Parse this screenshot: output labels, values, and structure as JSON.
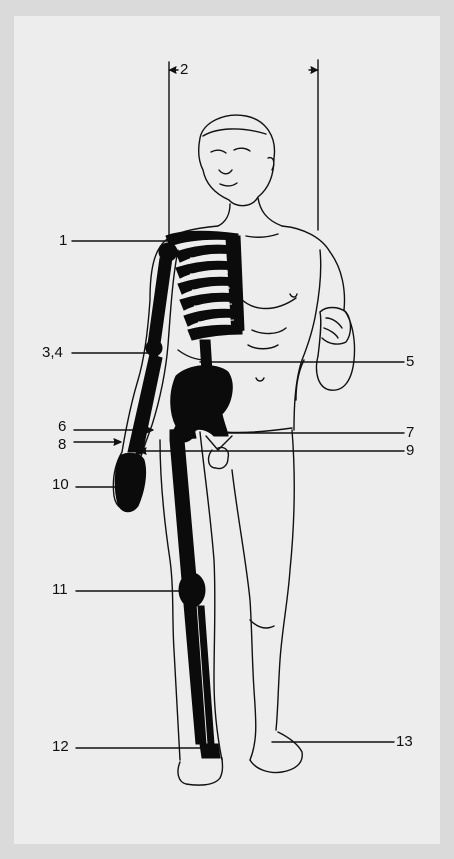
{
  "colors": {
    "background": "#d9d9d9",
    "panel": "#ededed",
    "line": "#111111",
    "bone": "#0b0b0b"
  },
  "labels": {
    "l1": "1",
    "l2": "2",
    "l34": "3,4",
    "l5": "5",
    "l6": "6",
    "l7": "7",
    "l8": "8",
    "l9": "9",
    "l10": "10",
    "l11": "11",
    "l12": "12",
    "l13": "13"
  }
}
